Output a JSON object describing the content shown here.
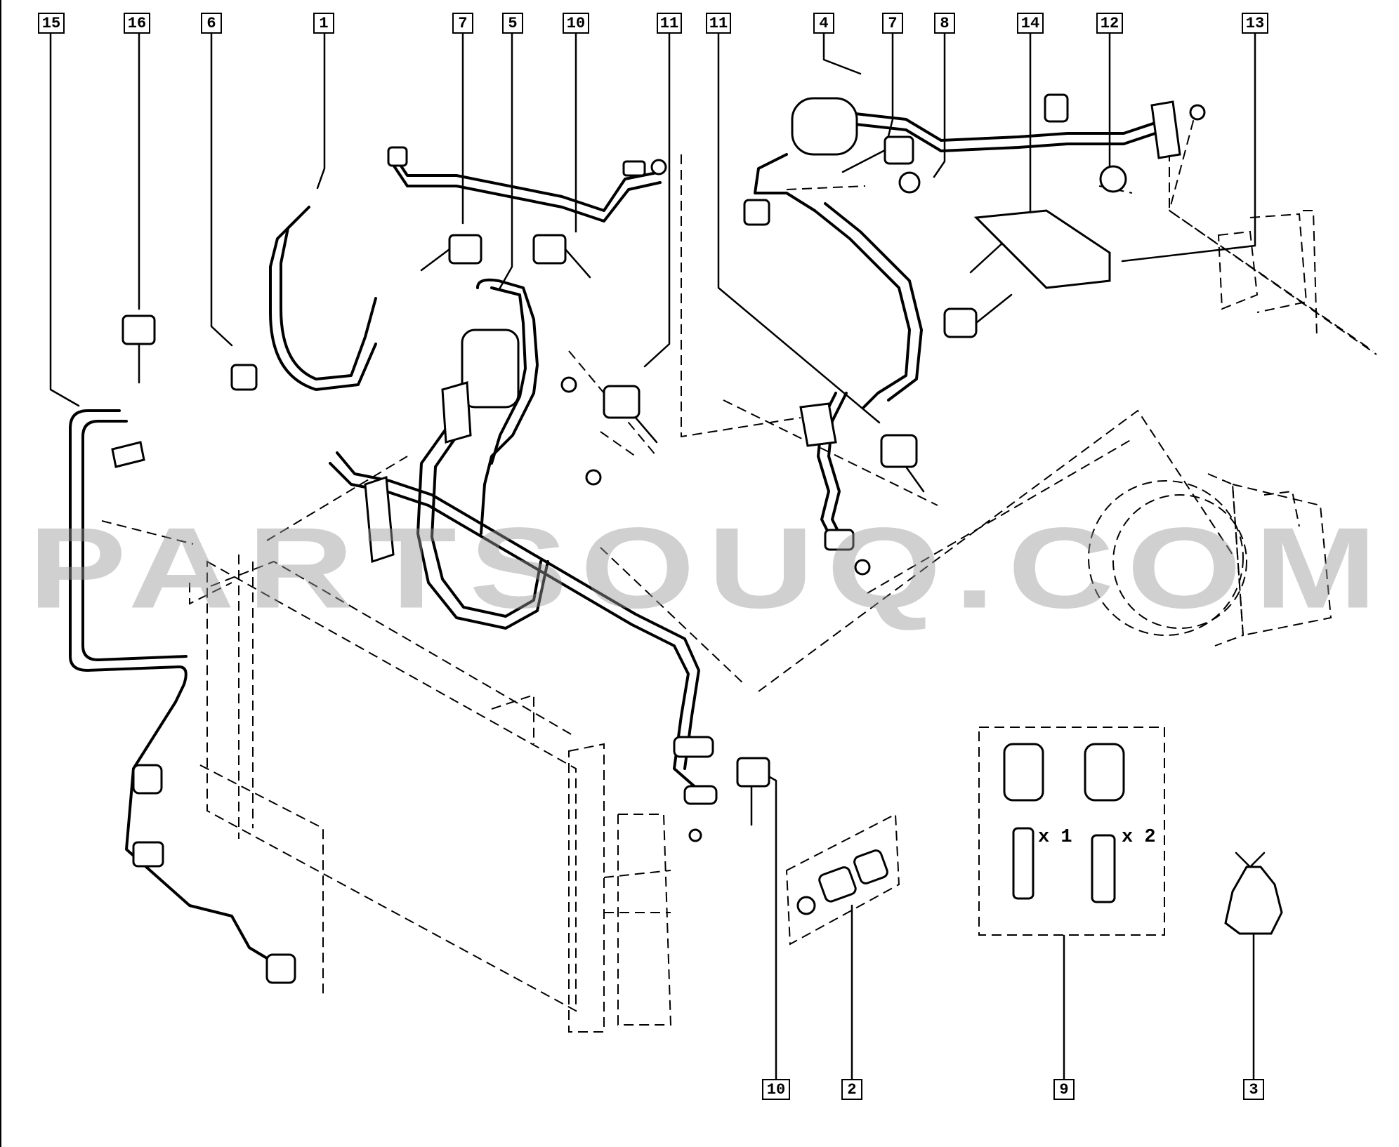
{
  "callouts": [
    {
      "id": "c15",
      "label": "15"
    },
    {
      "id": "c16",
      "label": "16"
    },
    {
      "id": "c6",
      "label": "6"
    },
    {
      "id": "c1",
      "label": "1"
    },
    {
      "id": "c7a",
      "label": "7"
    },
    {
      "id": "c5",
      "label": "5"
    },
    {
      "id": "c10a",
      "label": "10"
    },
    {
      "id": "c11a",
      "label": "11"
    },
    {
      "id": "c11b",
      "label": "11"
    },
    {
      "id": "c4",
      "label": "4"
    },
    {
      "id": "c7b",
      "label": "7"
    },
    {
      "id": "c8",
      "label": "8"
    },
    {
      "id": "c14",
      "label": "14"
    },
    {
      "id": "c12",
      "label": "12"
    },
    {
      "id": "c13",
      "label": "13"
    },
    {
      "id": "c10b",
      "label": "10"
    },
    {
      "id": "c2",
      "label": "2"
    },
    {
      "id": "c9",
      "label": "9"
    },
    {
      "id": "c3",
      "label": "3"
    }
  ],
  "quantities": {
    "valve_x1": "x 1",
    "valve_x2": "x 2"
  },
  "watermark": "PARTSOUQ.COM",
  "colors": {
    "ink": "#000000",
    "paper": "#ffffff",
    "watermark": "#969696"
  }
}
